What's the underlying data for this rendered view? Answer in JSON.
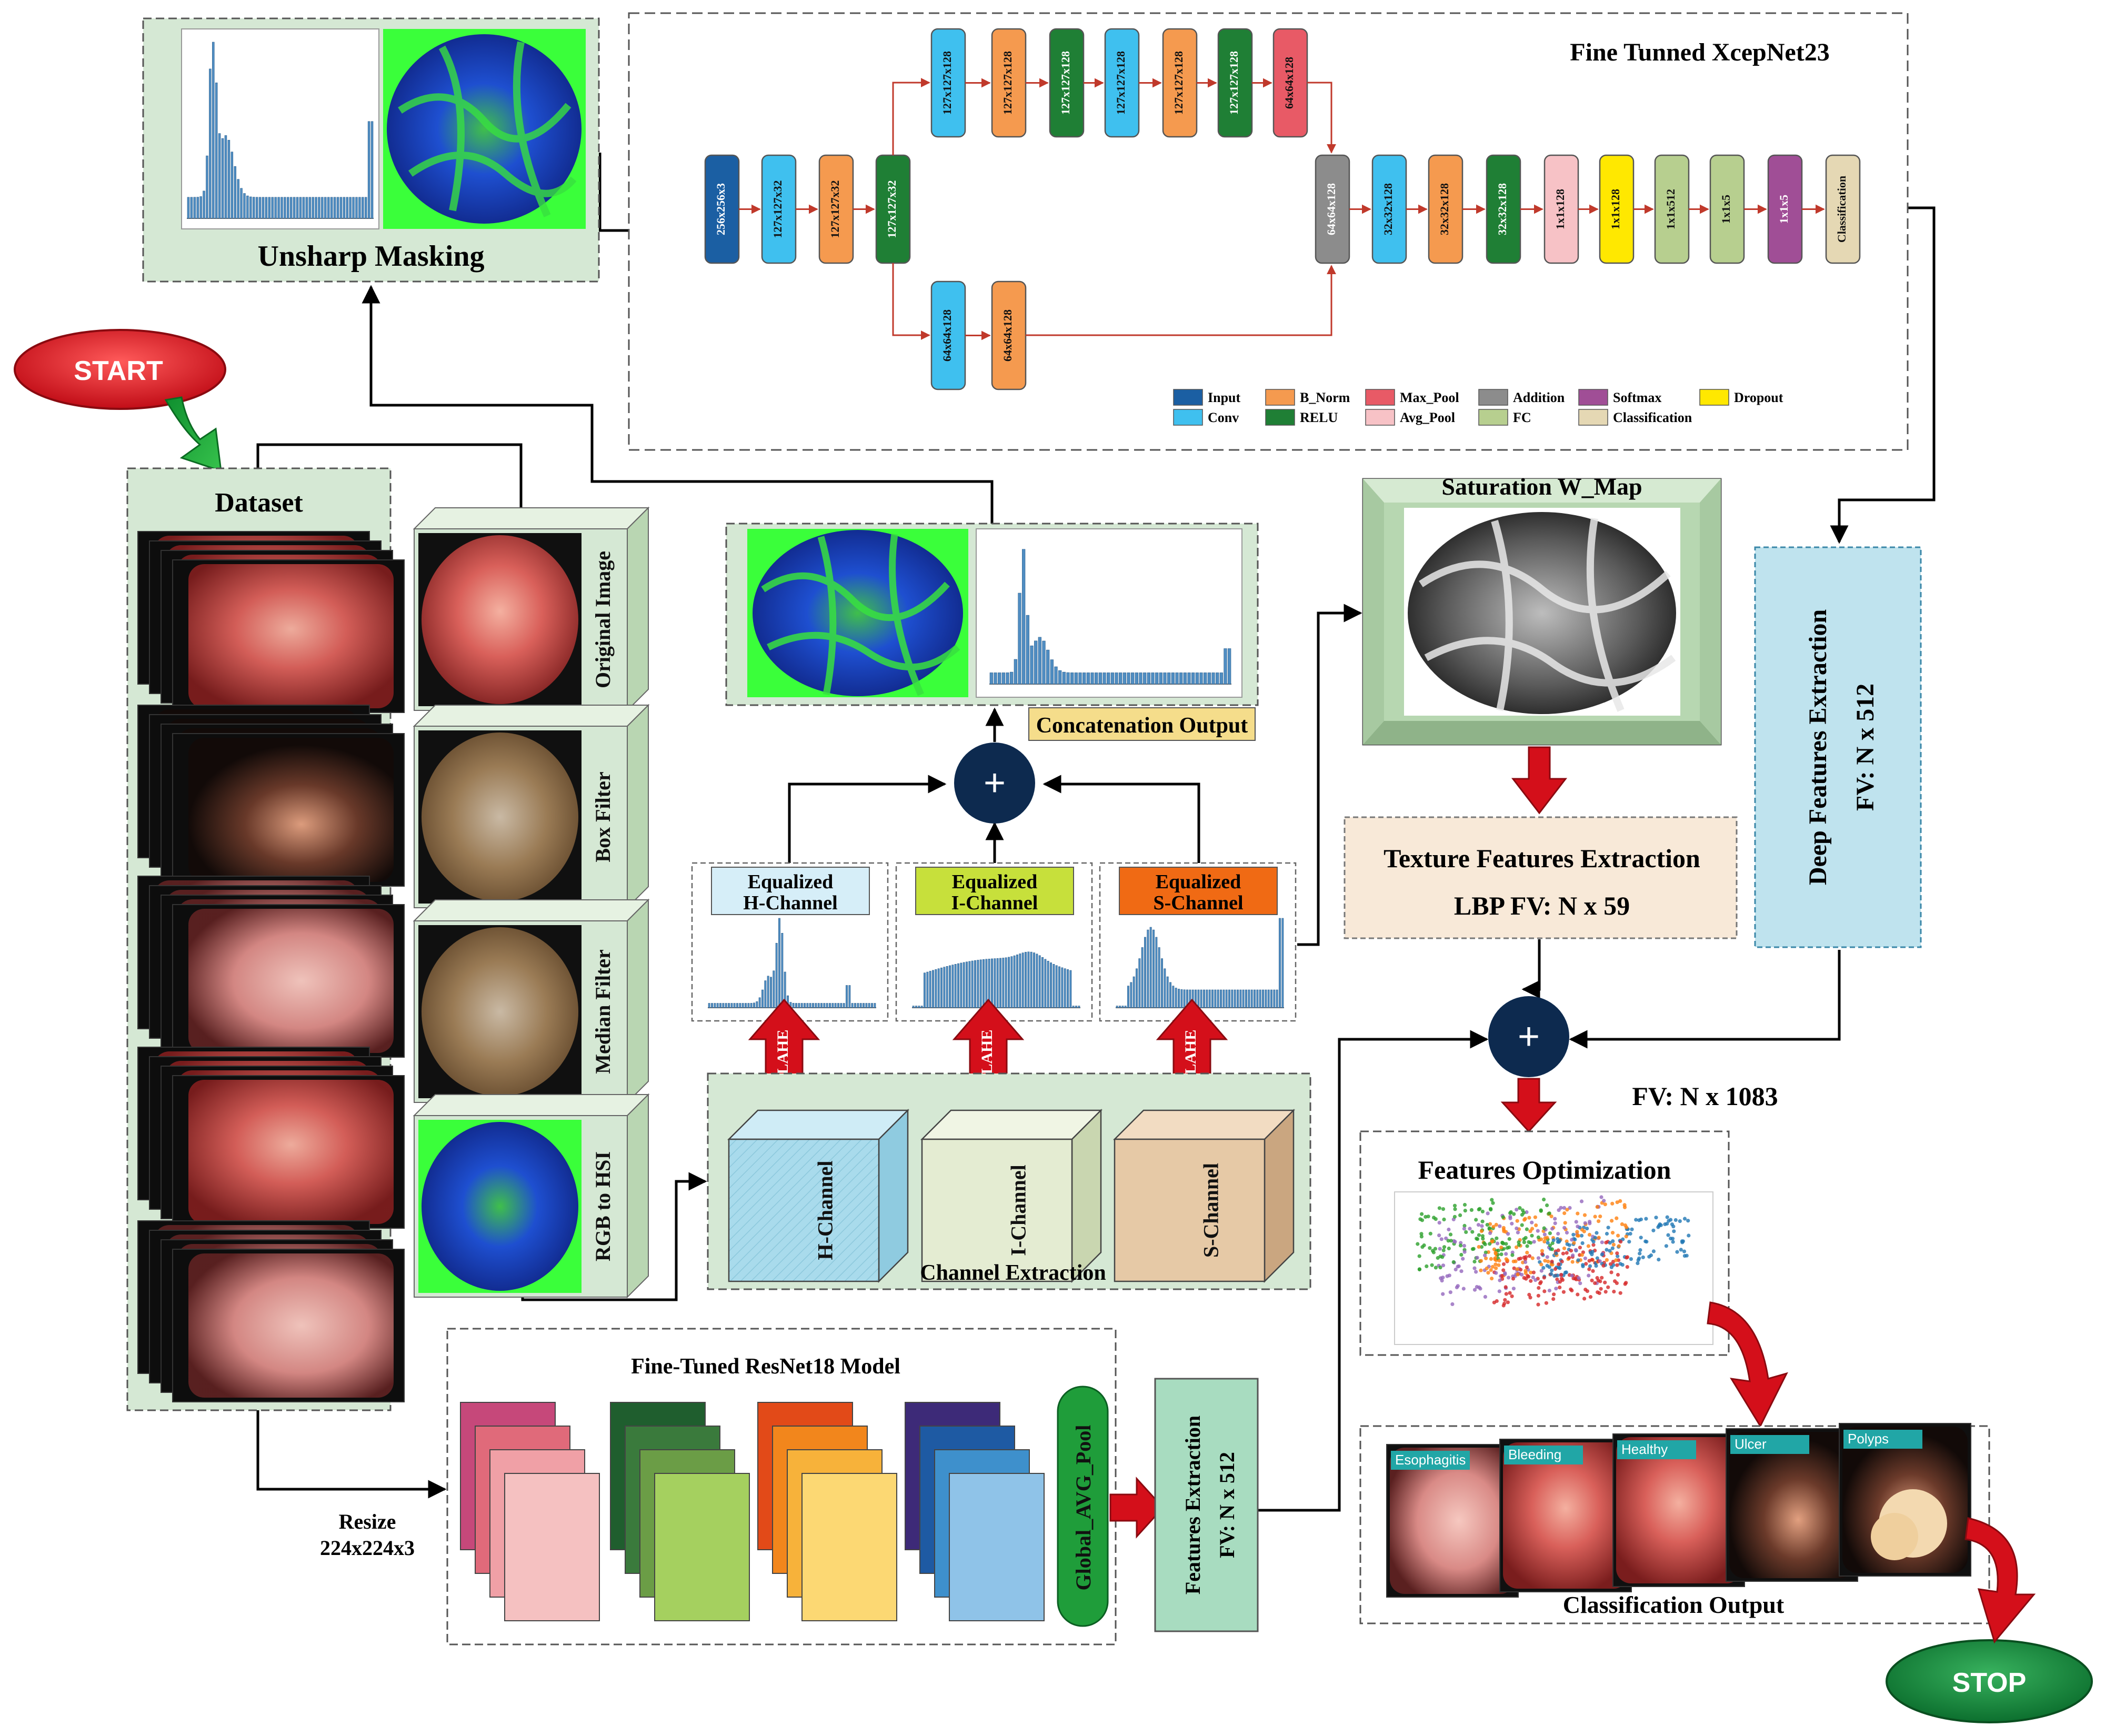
{
  "colors": {
    "panel_green": "#d5e8d4",
    "panel_green_dark": "#b7d7b1",
    "light_blue": "#bfe3ee",
    "peach": "#f8e9d8",
    "gold": "#f5dd8b",
    "dark_navy": "#0d2a4f",
    "red_arrow": "#d40f1a",
    "green_arrow": "#1aa33a",
    "start_red": "#d8141f",
    "stop_green": "#138a3a",
    "hist_blue": "#4f8dc2"
  },
  "start": {
    "label": "START"
  },
  "stop": {
    "label": "STOP"
  },
  "dataset": {
    "title": "Dataset"
  },
  "unsharp": {
    "title": "Unsharp Masking"
  },
  "xcep": {
    "title": "Fine Tunned XcepNet23",
    "input_layer": "256x256x3",
    "main_layers": [
      "127x127x32",
      "127x127x32",
      "127x127x32"
    ],
    "top_layers": [
      "127x127x128",
      "127x127x128",
      "127x127x128",
      "127x127x128",
      "127x127x128",
      "127x127x128",
      "64x64x128"
    ],
    "bottom_layers": [
      "64x64x128",
      "64x64x128"
    ],
    "post_layers": [
      "64x64x128",
      "32x32x128",
      "32x32x128",
      "32x32x128",
      "1x1x128",
      "1x1x128",
      "1x1x512",
      "1x1x5",
      "1x1x5",
      "Classification"
    ],
    "legend": [
      {
        "label": "Input",
        "color": "#1b5fa3"
      },
      {
        "label": "Conv",
        "color": "#3fc0ef"
      },
      {
        "label": "B_Norm",
        "color": "#f59a4f"
      },
      {
        "label": "RELU",
        "color": "#1f7f35"
      },
      {
        "label": "Max_Pool",
        "color": "#e85a66"
      },
      {
        "label": "Avg_Pool",
        "color": "#f7c2c6"
      },
      {
        "label": "Addition",
        "color": "#8c8c8c"
      },
      {
        "label": "FC",
        "color": "#b7cf8f"
      },
      {
        "label": "Softmax",
        "color": "#a04e96"
      },
      {
        "label": "Classification",
        "color": "#e5d8b4"
      },
      {
        "label": "Dropout",
        "color": "#ffe800"
      }
    ]
  },
  "preprocess": {
    "stages": [
      "Original Image",
      "Box Filter",
      "Median Filter",
      "RGB to HSI"
    ]
  },
  "concat": {
    "label": "Concatenation Output"
  },
  "equalized": {
    "h": {
      "line1": "Equalized",
      "line2": "H-Channel"
    },
    "i": {
      "line1": "Equalized",
      "line2": "I-Channel"
    },
    "s": {
      "line1": "Equalized",
      "line2": "S-Channel"
    }
  },
  "clahe": {
    "label": "CLAHE"
  },
  "channels": {
    "h": "H-Channel",
    "i": "I-Channel",
    "s": "S-Channel",
    "caption": "Channel Extraction"
  },
  "saturation": {
    "title": "Saturation W_Map"
  },
  "texture": {
    "line1": "Texture Features Extraction",
    "line2": "LBP FV: N x 59"
  },
  "deep": {
    "line1": "Deep Features Extraction",
    "line2": "FV: N x 512"
  },
  "plus": {
    "symbol": "+"
  },
  "fused": {
    "label": "FV: N x 1083"
  },
  "optimization": {
    "title": "Features Optimization"
  },
  "classification": {
    "title": "Classification Output",
    "classes": [
      "Esophagitis",
      "Bleeding",
      "Healthy",
      "Ulcer",
      "Polyps"
    ]
  },
  "resnet": {
    "title": "Fine-Tuned ResNet18 Model",
    "resize_line1": "Resize",
    "resize_line2": "224x224x3",
    "gap": "Global_AVG_Pool",
    "fe_line1": "Features Extraction",
    "fe_line2": "FV: N x 512"
  }
}
